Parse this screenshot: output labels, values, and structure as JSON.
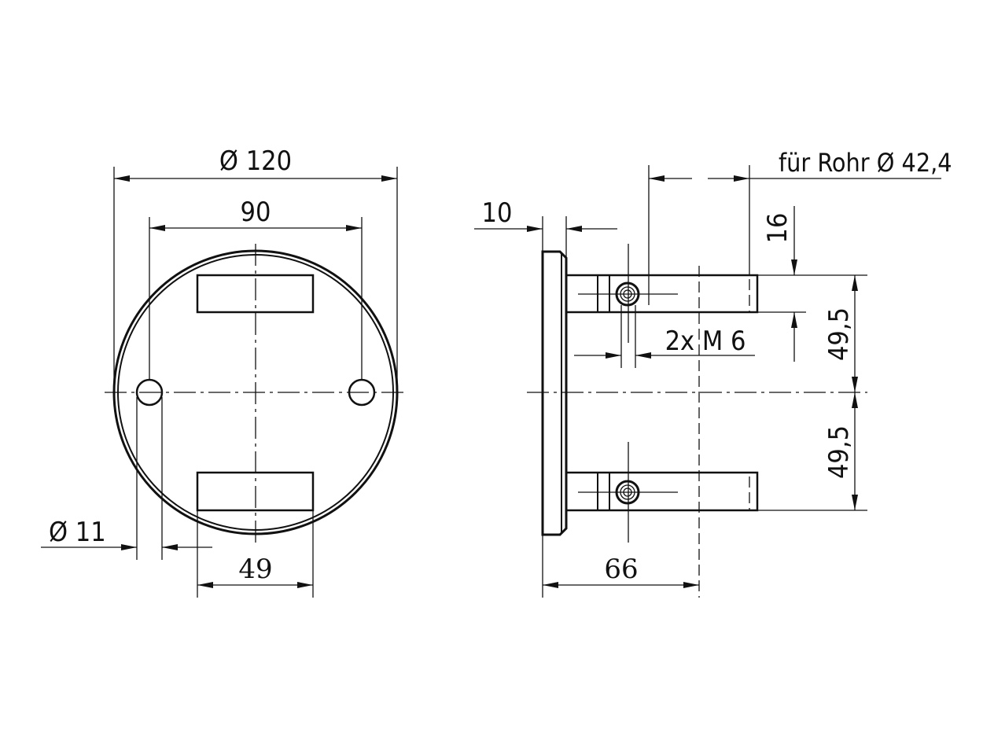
{
  "front_view": {
    "dim_outer_diameter": "Ø 120",
    "dim_hole_spacing": "90",
    "dim_hole_diameter": "Ø 11",
    "dim_slot_width": "49"
  },
  "side_view": {
    "dim_plate_thickness": "10",
    "dim_tube": "für Rohr Ø 42,4",
    "dim_arm_height": "16",
    "dim_offset_top": "49,5",
    "dim_offset_bottom": "49,5",
    "dim_screw": "2x M 6",
    "dim_depth": "66"
  }
}
